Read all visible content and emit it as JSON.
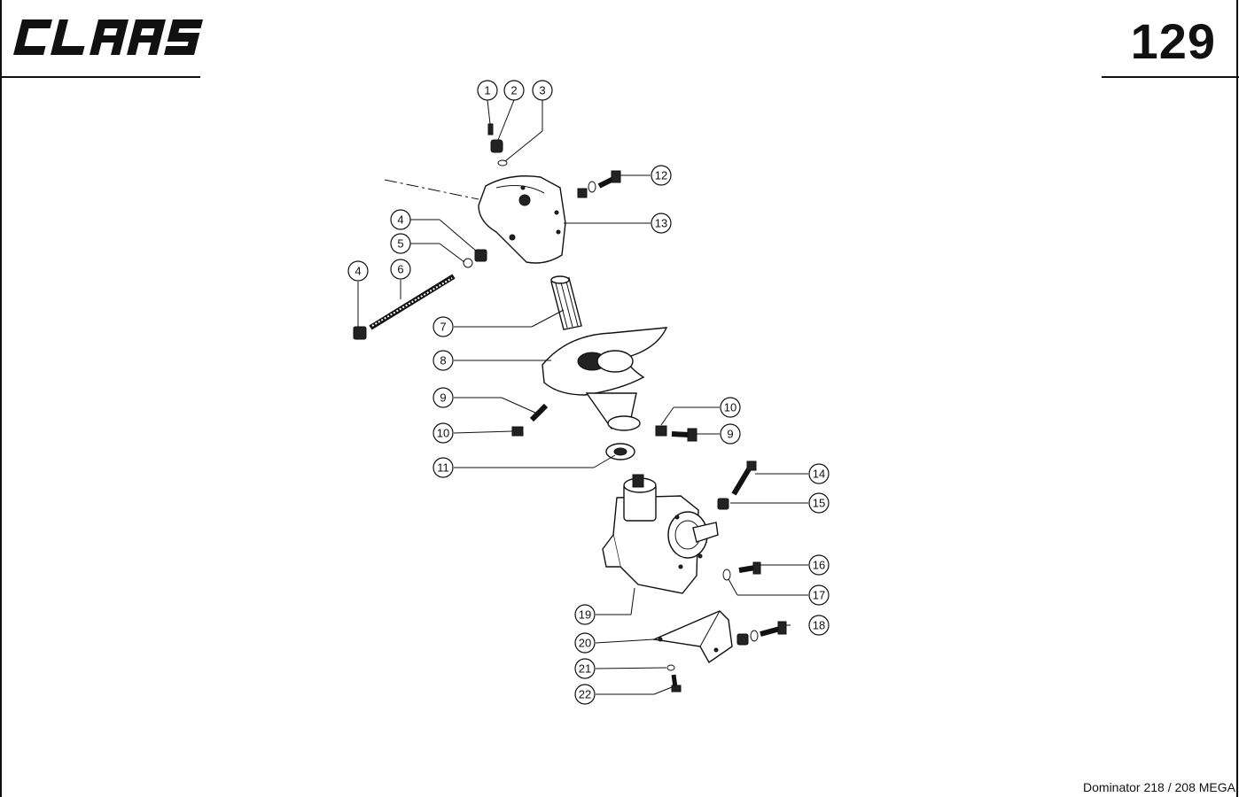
{
  "header": {
    "brand": "CLAAS",
    "page_number": "129"
  },
  "footer": {
    "model": "Dominator 218 / 208 MEGA"
  },
  "callouts": [
    "1",
    "2",
    "3",
    "4",
    "5",
    "4",
    "6",
    "7",
    "8",
    "9",
    "10",
    "11",
    "10",
    "9",
    "12",
    "13",
    "14",
    "15",
    "16",
    "17",
    "18",
    "19",
    "20",
    "21",
    "22"
  ]
}
